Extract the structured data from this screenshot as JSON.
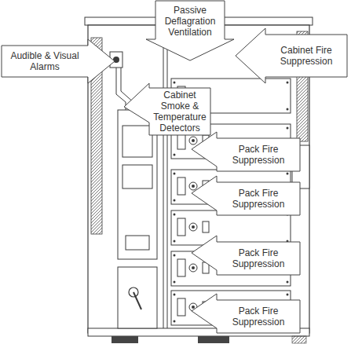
{
  "diagram": {
    "nodes": [
      {
        "text": [
          "Passive Deflagration Ventilation"
        ]
      },
      {
        "text": [
          "Audible & Visual Alarms"
        ]
      },
      {
        "text": [
          "Cabinet Fire Suppression"
        ]
      },
      {
        "text": [
          "Cabinet Smoke & Temperature Detectors"
        ]
      },
      {
        "text": [
          "Pack Fire Suppression"
        ]
      },
      {
        "text": [
          "Pack Fire Suppression"
        ]
      },
      {
        "text": [
          "Pack Fire Suppression"
        ]
      },
      {
        "text": [
          "Pack Fire Suppression"
        ]
      }
    ]
  }
}
